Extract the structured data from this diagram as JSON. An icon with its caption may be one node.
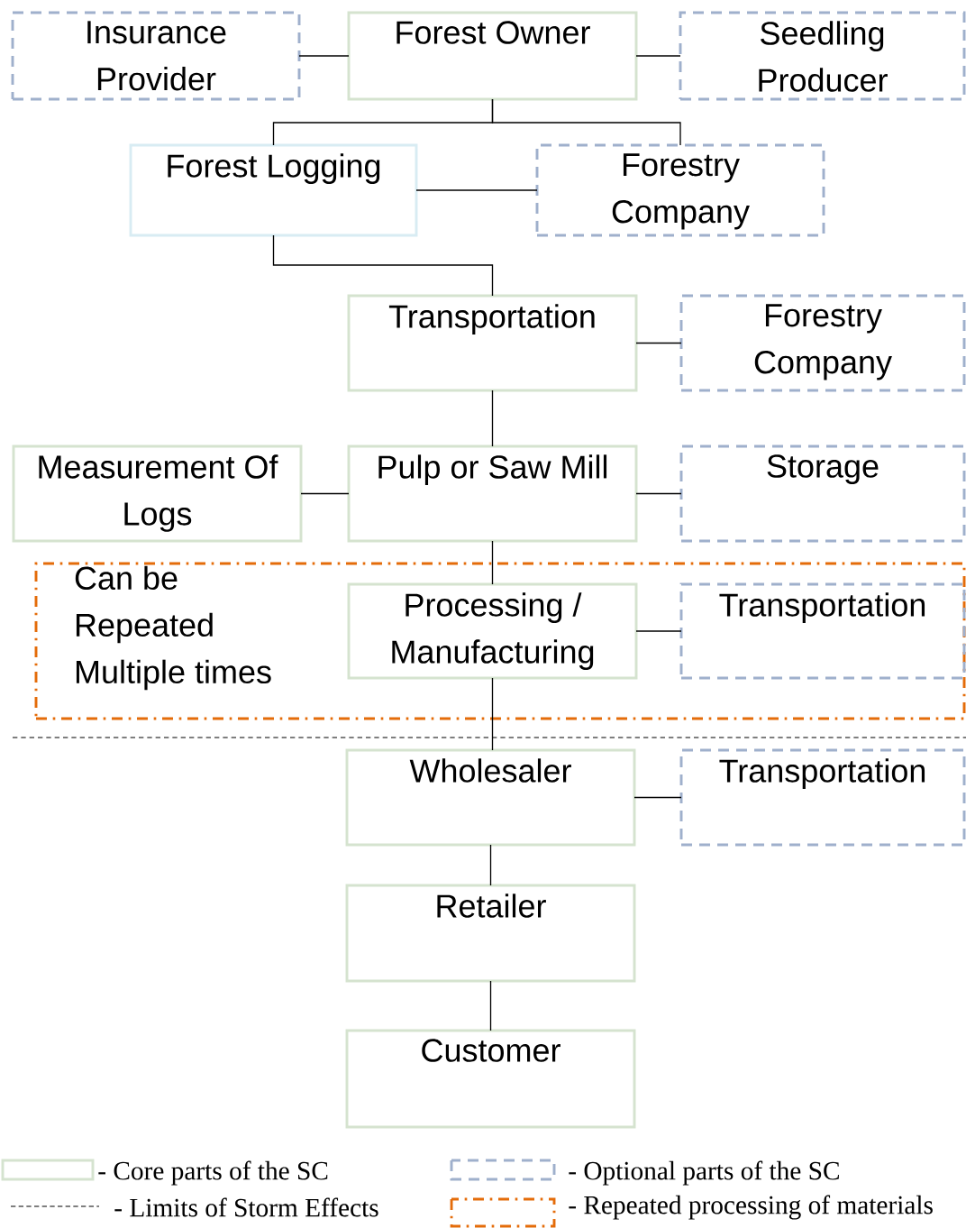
{
  "diagram": {
    "nodes": [
      {
        "text": [
          "Insurance Provider"
        ]
      },
      {
        "text": [
          "Forest Owner"
        ]
      },
      {
        "text": [
          "Seedling Producer"
        ]
      },
      {
        "text": [
          "Forest Logging"
        ]
      },
      {
        "text": [
          "Forestry Company"
        ]
      },
      {
        "text": [
          "Transportation"
        ]
      },
      {
        "text": [
          "Forestry Company"
        ]
      },
      {
        "text": [
          "Measurement Of Logs"
        ]
      },
      {
        "text": [
          "Pulp or Saw Mill"
        ]
      },
      {
        "text": [
          "Storage"
        ]
      },
      {
        "text": [
          "Can be Repeated Multiple times"
        ]
      },
      {
        "text": [
          "Processing / Manufacturing"
        ],
        "in": 10
      },
      {
        "text": [
          "Transportation"
        ],
        "in": 10
      },
      {
        "text": [
          "Wholesaler"
        ]
      },
      {
        "text": [
          "Transportation"
        ]
      },
      {
        "text": [
          "Retailer"
        ]
      },
      {
        "text": [
          "Customer"
        ]
      }
    ],
    "edges": [
      {
        "from": 0,
        "to": 1,
        "arrow": "none"
      },
      {
        "from": 1,
        "to": 2,
        "arrow": "none"
      },
      {
        "from": 1,
        "to": 3,
        "arrow": "none"
      },
      {
        "from": 1,
        "to": 4,
        "arrow": "none"
      },
      {
        "from": 3,
        "to": 4,
        "arrow": "none"
      },
      {
        "from": 3,
        "to": 5,
        "arrow": "none"
      },
      {
        "from": 5,
        "to": 6,
        "arrow": "none"
      },
      {
        "from": 5,
        "to": 8,
        "arrow": "none"
      },
      {
        "from": 7,
        "to": 8,
        "arrow": "none"
      },
      {
        "from": 8,
        "to": 9,
        "arrow": "none"
      },
      {
        "from": 8,
        "to": 11,
        "arrow": "none"
      },
      {
        "from": 11,
        "to": 12,
        "arrow": "none"
      },
      {
        "from": 11,
        "to": 13,
        "arrow": "none"
      },
      {
        "from": 13,
        "to": 14,
        "arrow": "none"
      },
      {
        "from": 13,
        "to": 15,
        "arrow": "none"
      },
      {
        "from": 15,
        "to": 16,
        "arrow": "none"
      }
    ],
    "legend": [
      {
        "text": "- Core parts of the SC"
      },
      {
        "text": "- Optional parts of the SC"
      },
      {
        "text": "- Limits of Storm Effects"
      },
      {
        "text": "- Repeated processing of materials"
      }
    ]
  }
}
